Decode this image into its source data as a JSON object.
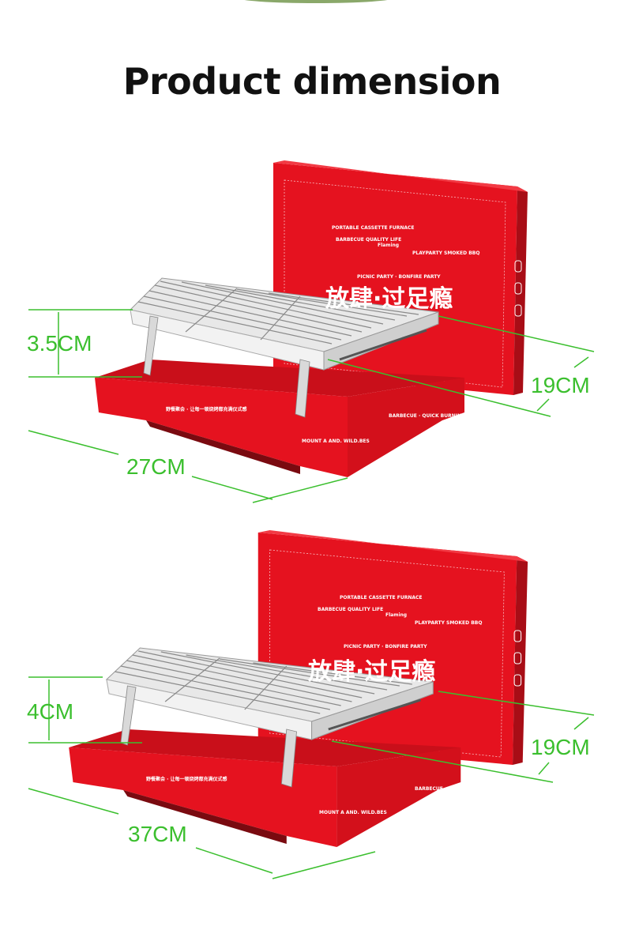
{
  "title": "Product dimension",
  "colors": {
    "box_red": "#e5121f",
    "dimension_green": "#3bbf2e",
    "grill_silver": "#d8d8d8"
  },
  "box_print": {
    "arc": "PORTABLE CASSETTE FURNACE",
    "logo": "Flaming",
    "left": "BARBECUE QUALITY LIFE",
    "right": "PLAYPARTY SMOKED BBQ",
    "bottom": "PICNIC PARTY · BONFIRE PARTY",
    "slogan": "放肆·过足瘾",
    "base_front": "野餐聚会 · 让每一顿烧烤都充满仪式感",
    "base_side": "BARBECUE · QUICK BURNING",
    "base_corner": "MOUNT A AND. WILD.BES"
  },
  "panels": [
    {
      "height": "3.5CM",
      "depth": "19CM",
      "length": "27CM"
    },
    {
      "height": "4CM",
      "depth": "19CM",
      "length": "37CM"
    }
  ]
}
